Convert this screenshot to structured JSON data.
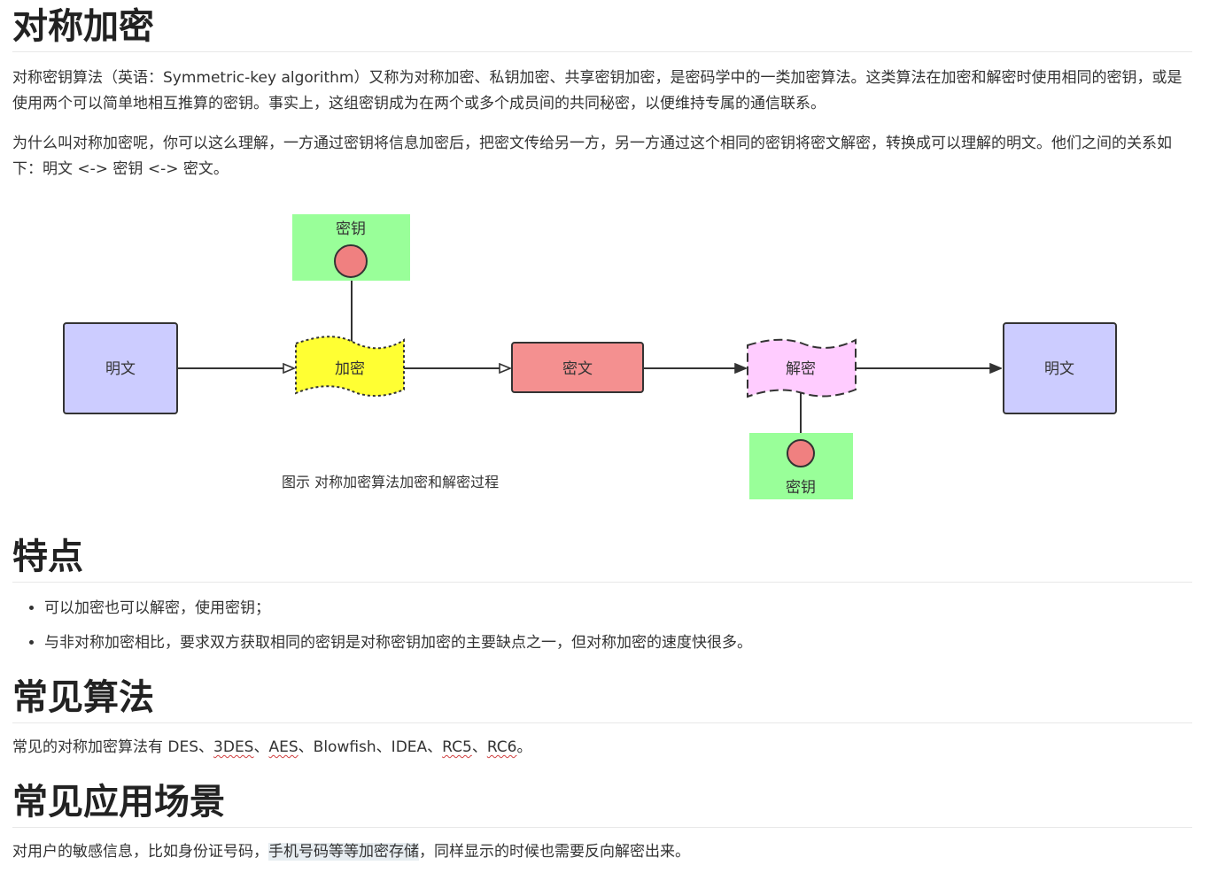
{
  "sections": {
    "symmetric": {
      "title": "对称加密",
      "para1": "对称密钥算法（英语：Symmetric-key algorithm）又称为对称加密、私钥加密、共享密钥加密，是密码学中的一类加密算法。这类算法在加密和解密时使用相同的密钥，或是使用两个可以简单地相互推算的密钥。事实上，这组密钥成为在两个或多个成员间的共同秘密，以便维持专属的通信联系。",
      "para2": "为什么叫对称加密呢，你可以这么理解，一方通过密钥将信息加密后，把密文传给另一方，另一方通过这个相同的密钥将密文解密，转换成可以理解的明文。他们之间的关系如下：明文 <-> 密钥 <-> 密文。"
    },
    "features": {
      "title": "特点",
      "items": [
        "可以加密也可以解密，使用密钥；",
        "与非对称加密相比，要求双方获取相同的密钥是对称密钥加密的主要缺点之一，但对称加密的速度快很多。"
      ]
    },
    "algorithms": {
      "title": "常见算法",
      "prefix": "常见的对称加密算法有 DES、",
      "a1": "3DES",
      "sep1": "、",
      "a2": "AES",
      "mid": "、Blowfish、IDEA、",
      "a3": "RC5",
      "sep2": "、",
      "a4": "RC6",
      "suffix": "。"
    },
    "scenarios": {
      "title": "常见应用场景",
      "prefix": "对用户的敏感信息，比如身份证号码，",
      "highlight": "手机号码等等加密存储",
      "suffix": "，同样显示的时候也需要反向解密出来。"
    }
  },
  "diagram": {
    "plaintext_left": "明文",
    "key_top": "密钥",
    "encrypt": "加密",
    "ciphertext": "密文",
    "decrypt": "解密",
    "key_bottom": "密钥",
    "plaintext_right": "明文",
    "caption": "图示 对称加密算法加密和解密过程",
    "colors": {
      "plaintext": "#ccccff",
      "key_box": "#99ff99",
      "key_circle": "#f08080",
      "encrypt": "#ffff33",
      "ciphertext": "#f49090",
      "decrypt": "#ffccff"
    }
  }
}
